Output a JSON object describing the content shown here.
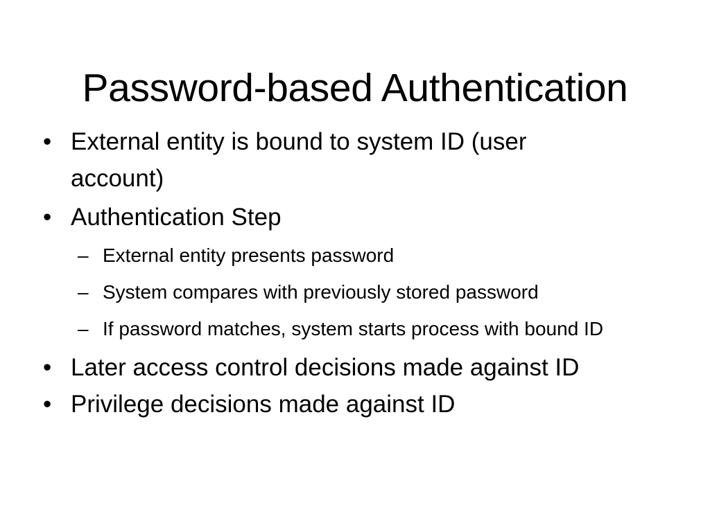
{
  "slide": {
    "title": "Password-based Authentication",
    "background_color": "#ffffff",
    "text_color": "#000000",
    "bullet_marker_level_1": "•",
    "bullet_marker_level_2": "–",
    "items": [
      {
        "level": 1,
        "marker": "•",
        "text": "External entity is bound to system ID (user account)"
      },
      {
        "level": 1,
        "marker": "•",
        "text": "Authentication Step"
      },
      {
        "level": 2,
        "marker": "–",
        "text": "External entity presents password"
      },
      {
        "level": 2,
        "marker": "–",
        "text": "System compares with previously stored password"
      },
      {
        "level": 2,
        "marker": "–",
        "text": "If password matches, system starts process with bound ID"
      },
      {
        "level": 1,
        "marker": "•",
        "text": "Later access control decisions made against ID"
      },
      {
        "level": 1,
        "marker": "•",
        "text": "Privilege decisions made against ID"
      }
    ]
  }
}
